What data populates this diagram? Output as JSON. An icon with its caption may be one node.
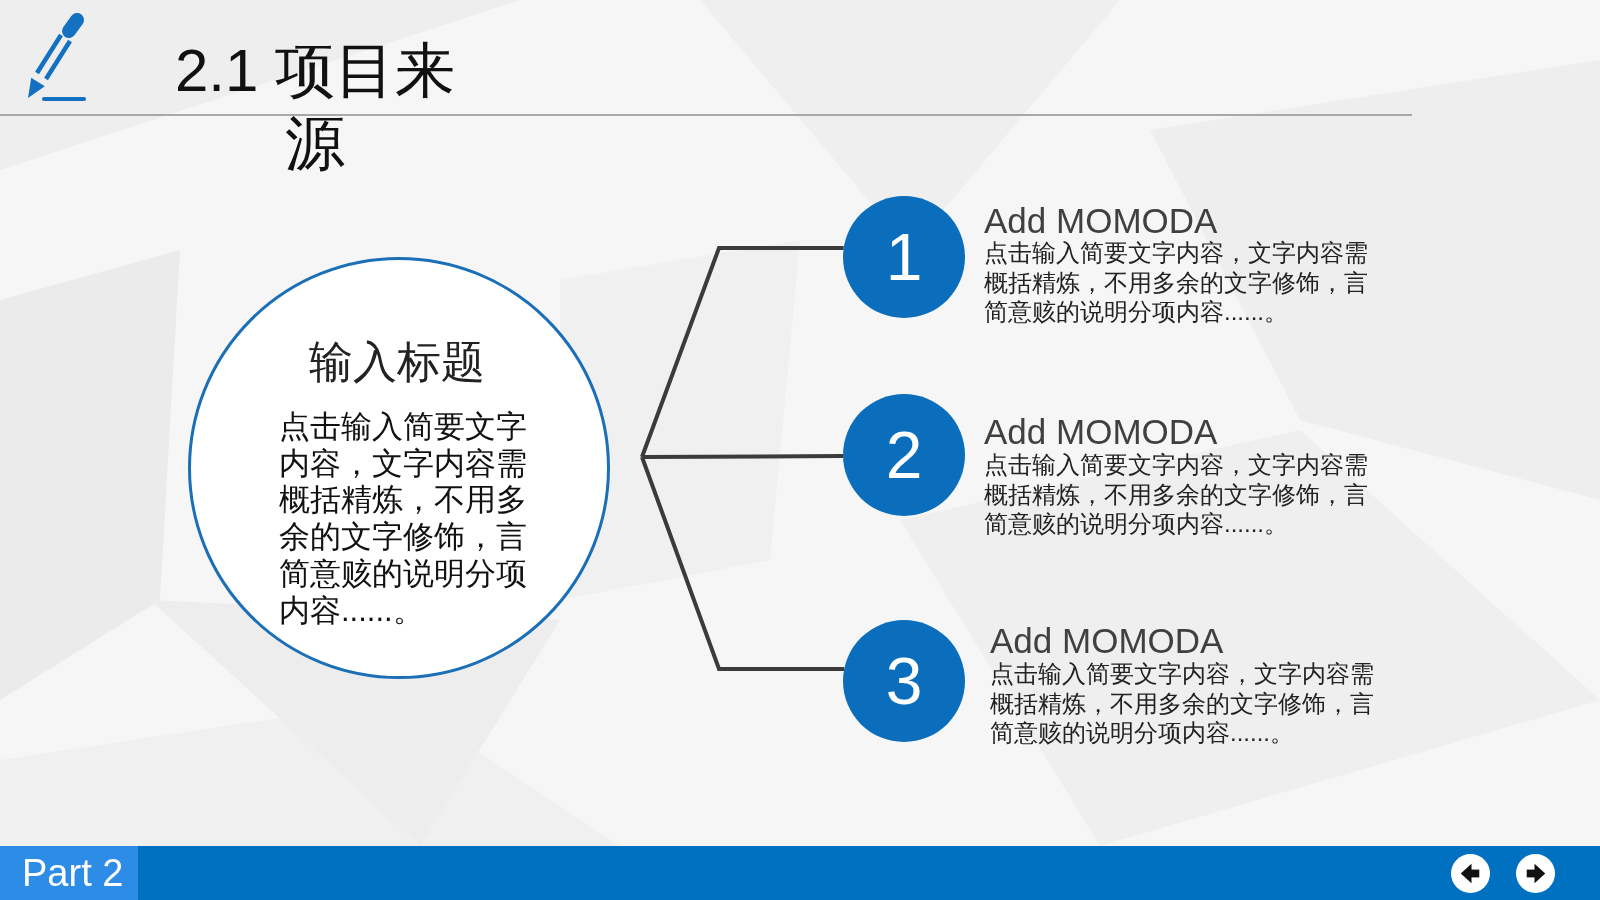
{
  "diagram": {
    "title": "2.1 项目来源",
    "nodes": [
      {
        "text": [
          "输入标题",
          "点击输入简要文字内容，文字内容需概括精炼，不用多余的文字修饰，言简意赅的说明分项内容......。"
        ]
      },
      {
        "text": [
          "1"
        ],
        "beside": [
          "Add MOMODA",
          "点击输入简要文字内容，文字内容需概括精炼，不用多余的文字修饰，言简意赅的说明分项内容......。"
        ]
      },
      {
        "text": [
          "2"
        ],
        "beside": [
          "Add MOMODA",
          "点击输入简要文字内容，文字内容需概括精炼，不用多余的文字修饰，言简意赅的说明分项内容......。"
        ]
      },
      {
        "text": [
          "3"
        ],
        "beside": [
          "Add MOMODA",
          "点击输入简要文字内容，文字内容需概括精炼，不用多余的文字修饰，言简意赅的说明分项内容......。"
        ]
      }
    ],
    "edges": [
      {
        "from": 0,
        "to": 1,
        "arrow": "none"
      },
      {
        "from": 0,
        "to": 2,
        "arrow": "none"
      },
      {
        "from": 0,
        "to": 3,
        "arrow": "none"
      }
    ],
    "labels": [
      "Part 2"
    ]
  }
}
